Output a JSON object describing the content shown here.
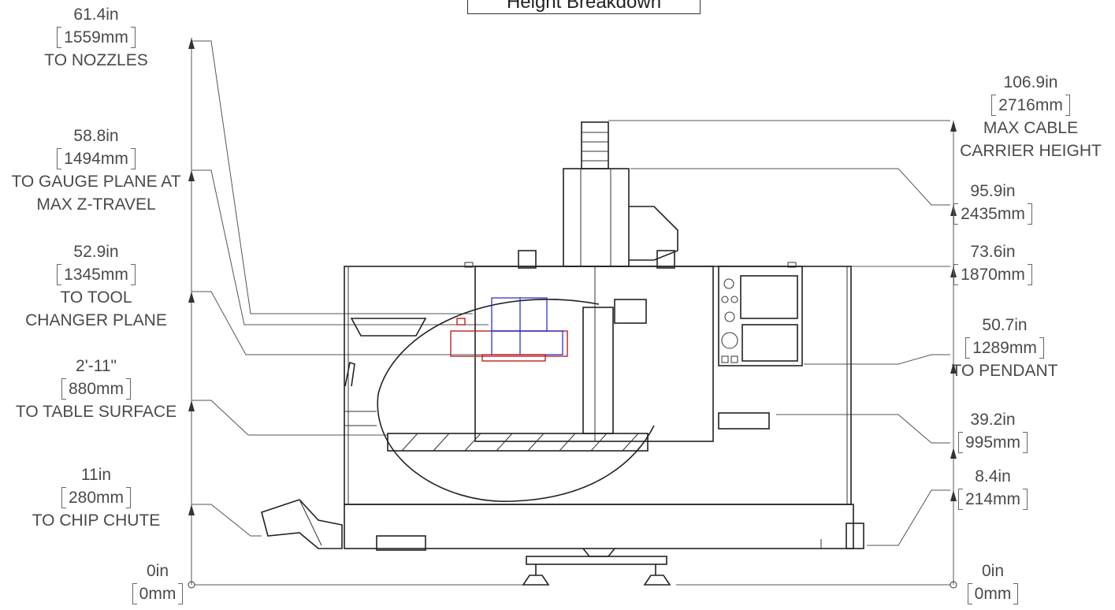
{
  "title": "Height Breakdown",
  "left_dims": [
    {
      "in": "61.4in",
      "mm": "1559mm",
      "desc": [
        "TO NOZZLES"
      ]
    },
    {
      "in": "58.8in",
      "mm": "1494mm",
      "desc": [
        "TO GAUGE PLANE AT",
        "MAX Z-TRAVEL"
      ]
    },
    {
      "in": "52.9in",
      "mm": "1345mm",
      "desc": [
        "TO TOOL",
        "CHANGER PLANE"
      ]
    },
    {
      "in": "2'-11\"",
      "mm": "880mm",
      "desc": [
        "TO TABLE SURFACE"
      ]
    },
    {
      "in": "11in",
      "mm": "280mm",
      "desc": [
        "TO CHIP CHUTE"
      ]
    },
    {
      "in": "0in",
      "mm": "0mm",
      "desc": []
    }
  ],
  "right_dims": [
    {
      "in": "106.9in",
      "mm": "2716mm",
      "desc": [
        "MAX CABLE",
        "CARRIER HEIGHT"
      ]
    },
    {
      "in": "95.9in",
      "mm": "2435mm",
      "desc": []
    },
    {
      "in": "73.6in",
      "mm": "1870mm",
      "desc": []
    },
    {
      "in": "50.7in",
      "mm": "1289mm",
      "desc": [
        "TO PENDANT"
      ]
    },
    {
      "in": "39.2in",
      "mm": "995mm",
      "desc": []
    },
    {
      "in": "8.4in",
      "mm": "214mm",
      "desc": []
    },
    {
      "in": "0in",
      "mm": "0mm",
      "desc": []
    }
  ]
}
